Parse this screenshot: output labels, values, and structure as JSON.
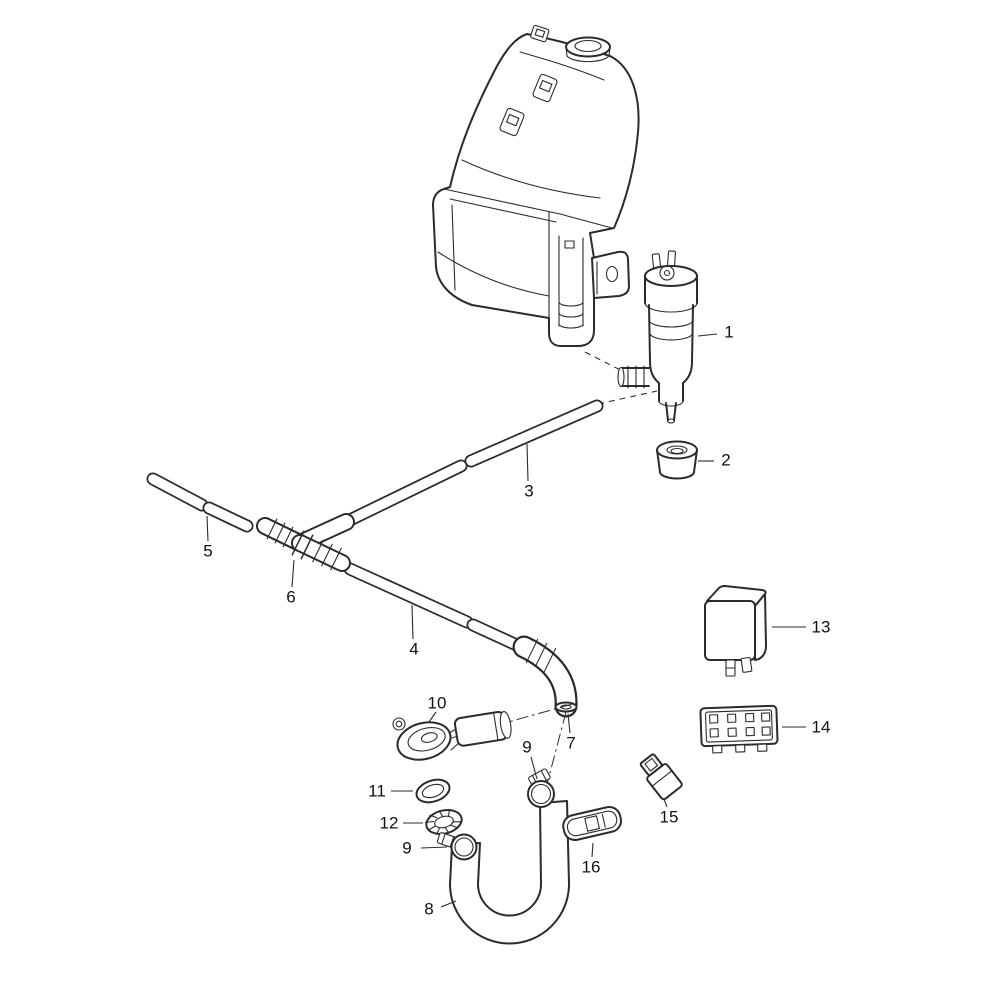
{
  "diagram": {
    "parts": [
      {
        "label": "1",
        "name": "washer-pump"
      },
      {
        "label": "2",
        "name": "grommet"
      },
      {
        "label": "3",
        "name": "hose-upper"
      },
      {
        "label": "4",
        "name": "hose-middle"
      },
      {
        "label": "5",
        "name": "hose-short"
      },
      {
        "label": "6",
        "name": "t-connector"
      },
      {
        "label": "7",
        "name": "elbow-connector"
      },
      {
        "label": "8",
        "name": "u-hose"
      },
      {
        "label": "9",
        "name": "hose-clamp-right"
      },
      {
        "label": "9",
        "name": "hose-clamp-left"
      },
      {
        "label": "10",
        "name": "spray-nozzle"
      },
      {
        "label": "11",
        "name": "seal-ring"
      },
      {
        "label": "12",
        "name": "grommet-ring"
      },
      {
        "label": "13",
        "name": "relay"
      },
      {
        "label": "14",
        "name": "connector-block"
      },
      {
        "label": "15",
        "name": "connector-sleeve"
      },
      {
        "label": "16",
        "name": "retaining-clip"
      }
    ],
    "colors": {
      "line": "#2b2b2b",
      "background": "#ffffff"
    }
  }
}
